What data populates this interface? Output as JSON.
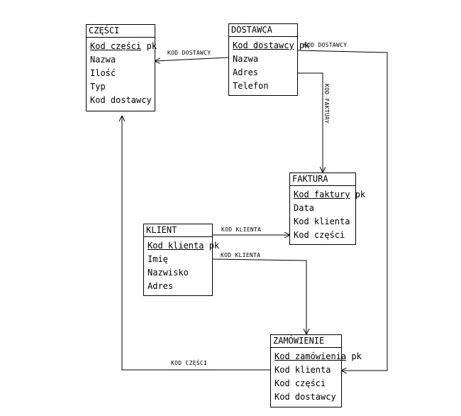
{
  "entities": {
    "czesci": {
      "title": "CZĘŚCI",
      "pk": "Kod części",
      "pk_suffix": " pk",
      "attrs": [
        "Nazwa",
        "Ilość",
        "Typ",
        "Kod dostawcy"
      ]
    },
    "dostawca": {
      "title": "DOSTAWCA",
      "pk": "Kod dostawcy",
      "pk_suffix": " pk",
      "attrs": [
        "Nazwa",
        "Adres",
        "Telefon"
      ]
    },
    "faktura": {
      "title": "FAKTURA",
      "pk": "Kod faktury",
      "pk_suffix": " pk",
      "attrs": [
        "Data",
        "Kod klienta",
        "Kod części"
      ]
    },
    "klient": {
      "title": "KLIENT",
      "pk": "Kod klienta",
      "pk_suffix": " pk",
      "attrs": [
        "Imię",
        "Nazwisko",
        "Adres"
      ]
    },
    "zamowienie": {
      "title": "ZAMÓWIENIE",
      "pk": "Kod zamówienia",
      "pk_suffix": " pk",
      "attrs": [
        "Kod klienta",
        "Kod części",
        "Kod dostawcy"
      ]
    }
  },
  "relations": {
    "dostawca_czesci": "KOD DOSTAWCY",
    "dostawca_zamowienie": "KOD DOSTAWCY",
    "dostawca_faktura": "KOD FAKTURY",
    "klient_faktura": "KOD KLIENTA",
    "klient_zamowienie": "KOD KLIENTA",
    "zamowienie_czesci": "KOD CZĘŚCI"
  },
  "colors": {
    "line": "#000000",
    "background": "#ffffff"
  }
}
